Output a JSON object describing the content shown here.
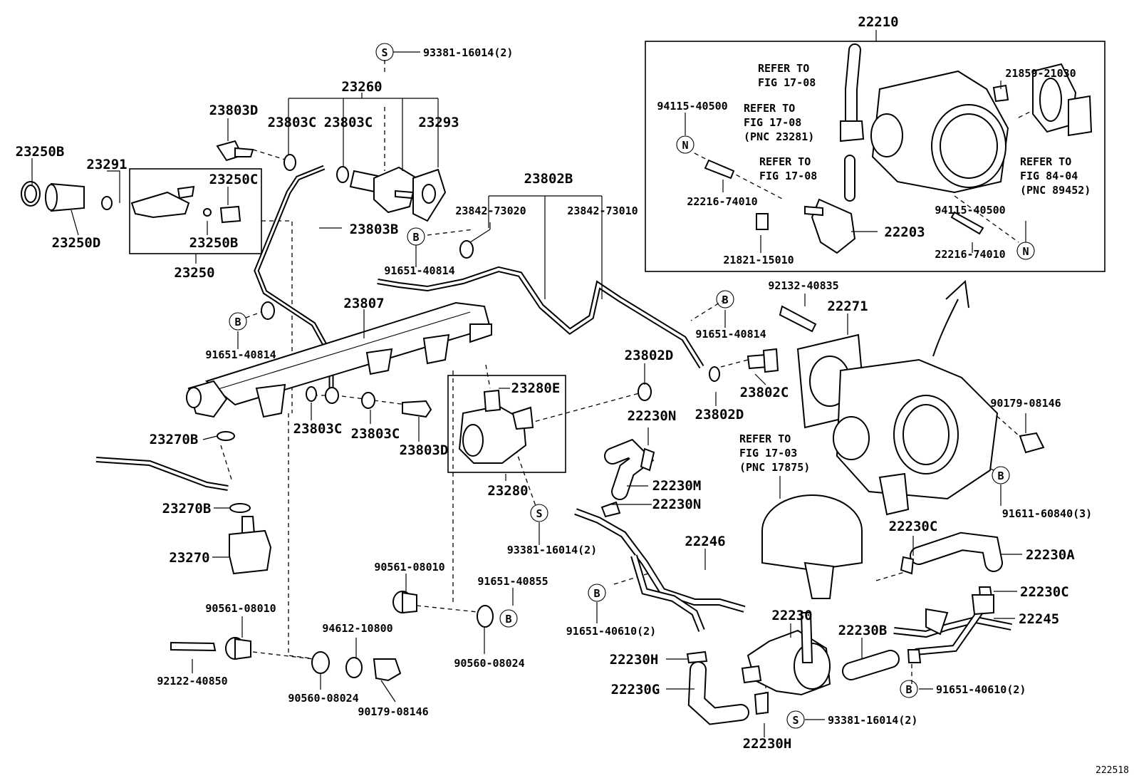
{
  "figure_id": "222518",
  "inset": {
    "label": "22210"
  },
  "symbols": {
    "S": "S",
    "B": "B",
    "N": "N"
  },
  "labels": {
    "p93381_16014_top": "93381-16014(2)",
    "p23260": "23260",
    "p23803D_top": "23803D",
    "p23803C_a": "23803C",
    "p23803C_b": "23803C",
    "p23293": "23293",
    "p23250B_left": "23250B",
    "p23291": "23291",
    "p23250C": "23250C",
    "p23250B_box": "23250B",
    "p23250D": "23250D",
    "p23250": "23250",
    "p23803B": "23803B",
    "p23802B": "23802B",
    "p23842_73020": "23842-73020",
    "p23842_73010": "23842-73010",
    "p91651_40814_a": "91651-40814",
    "p91651_40814_b": "91651-40814",
    "p91651_40814_c": "91651-40814",
    "p23807": "23807",
    "p23802D_a": "23802D",
    "p23802D_b": "23802D",
    "p23802C": "23802C",
    "p23280E": "23280E",
    "p23280": "23280",
    "p93381_16014_mid": "93381-16014(2)",
    "p23803C_c": "23803C",
    "p23803C_d": "23803C",
    "p23803D_low": "23803D",
    "p23270B_a": "23270B",
    "p23270B_b": "23270B",
    "p23270": "23270",
    "p90561_08010_a": "90561-08010",
    "p90561_08010_b": "90561-08010",
    "p92122_40850": "92122-40850",
    "p94612_10800": "94612-10800",
    "p90560_08024_a": "90560-08024",
    "p90560_08024_b": "90560-08024",
    "p90179_08146_a": "90179-08146",
    "p91651_40855": "91651-40855",
    "p22230N_a": "22230N",
    "p22230M": "22230M",
    "p22230N_b": "22230N",
    "p22246": "22246",
    "p91651_40610_a": "91651-40610(2)",
    "p22230": "22230",
    "p22230H_a": "22230H",
    "p22230G": "22230G",
    "p22230H_b": "22230H",
    "p93381_16014_low": "93381-16014(2)",
    "p22230B": "22230B",
    "p91651_40610_b": "91651-40610(2)",
    "p22245": "22245",
    "p22230C_a": "22230C",
    "p22230C_b": "22230C",
    "p22230A": "22230A",
    "p92132_40835": "92132-40835",
    "p22271": "22271",
    "p90179_08146_b": "90179-08146",
    "p91611_60840": "91611-60840(3)",
    "p21859_21030": "21859-21030",
    "p94115_40500_a": "94115-40500",
    "p94115_40500_b": "94115-40500",
    "p22216_74010_a": "22216-74010",
    "p22216_74010_b": "22216-74010",
    "p22203": "22203",
    "p21821_15010": "21821-15010"
  },
  "notes": {
    "r1": [
      "REFER TO",
      "FIG 17-08"
    ],
    "r2": [
      "REFER TO",
      "FIG 17-08",
      "(PNC 23281)"
    ],
    "r3": [
      "REFER TO",
      "FIG 17-08"
    ],
    "r4": [
      "REFER TO",
      "FIG 84-04",
      "(PNC 89452)"
    ],
    "r5": [
      "REFER TO",
      "FIG 17-03",
      "(PNC 17875)"
    ]
  }
}
